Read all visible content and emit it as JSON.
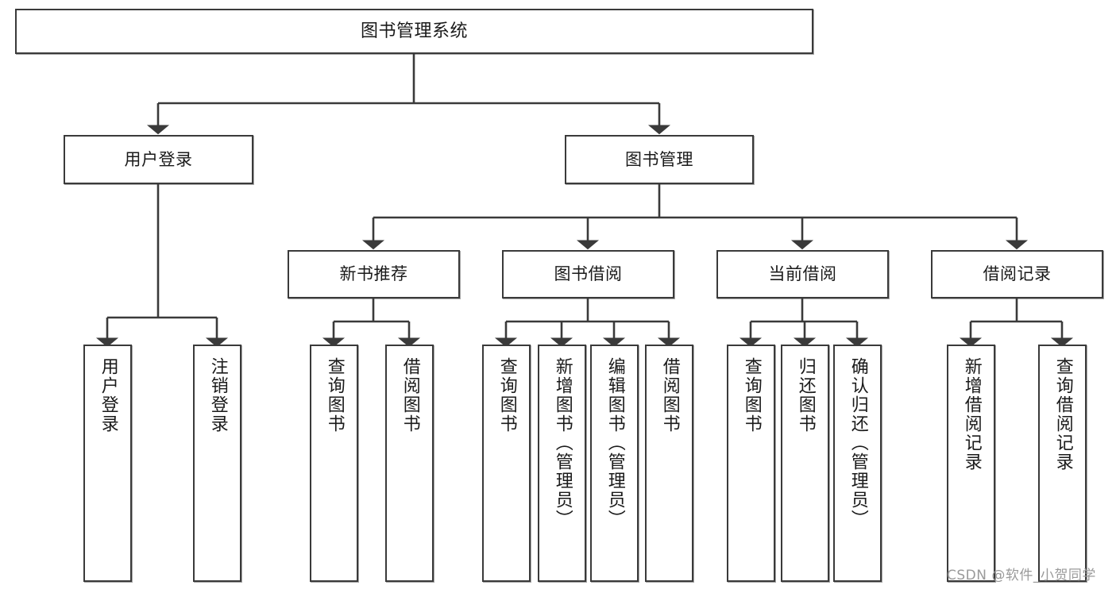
{
  "diagram": {
    "type": "tree",
    "title": "图书管理系统",
    "root": {
      "label": "图书管理系统"
    },
    "level2": [
      {
        "label": "用户登录"
      },
      {
        "label": "图书管理"
      }
    ],
    "level3": [
      {
        "label": "新书推荐"
      },
      {
        "label": "图书借阅"
      },
      {
        "label": "当前借阅"
      },
      {
        "label": "借阅记录"
      }
    ],
    "leaves": {
      "user_login": [
        {
          "label": "用户登录"
        },
        {
          "label": "注销登录"
        }
      ],
      "new_book_recommend": [
        {
          "label": "查询图书"
        },
        {
          "label": "借阅图书"
        }
      ],
      "book_borrow": [
        {
          "label": "查询图书"
        },
        {
          "label": "新增图书（管理员）"
        },
        {
          "label": "编辑图书（管理员）"
        },
        {
          "label": "借阅图书"
        }
      ],
      "current_borrow": [
        {
          "label": "查询图书"
        },
        {
          "label": "归还图书"
        },
        {
          "label": "确认归还（管理员）"
        }
      ],
      "borrow_record": [
        {
          "label": "新增借阅记录"
        },
        {
          "label": "查询借阅记录"
        }
      ]
    }
  },
  "watermark": {
    "text": "CSDN @软件_小贺同学"
  },
  "colors": {
    "border": "#3a3a3a",
    "text": "#1a1a1a",
    "background": "#ffffff",
    "watermark": "#9a9a9a"
  }
}
